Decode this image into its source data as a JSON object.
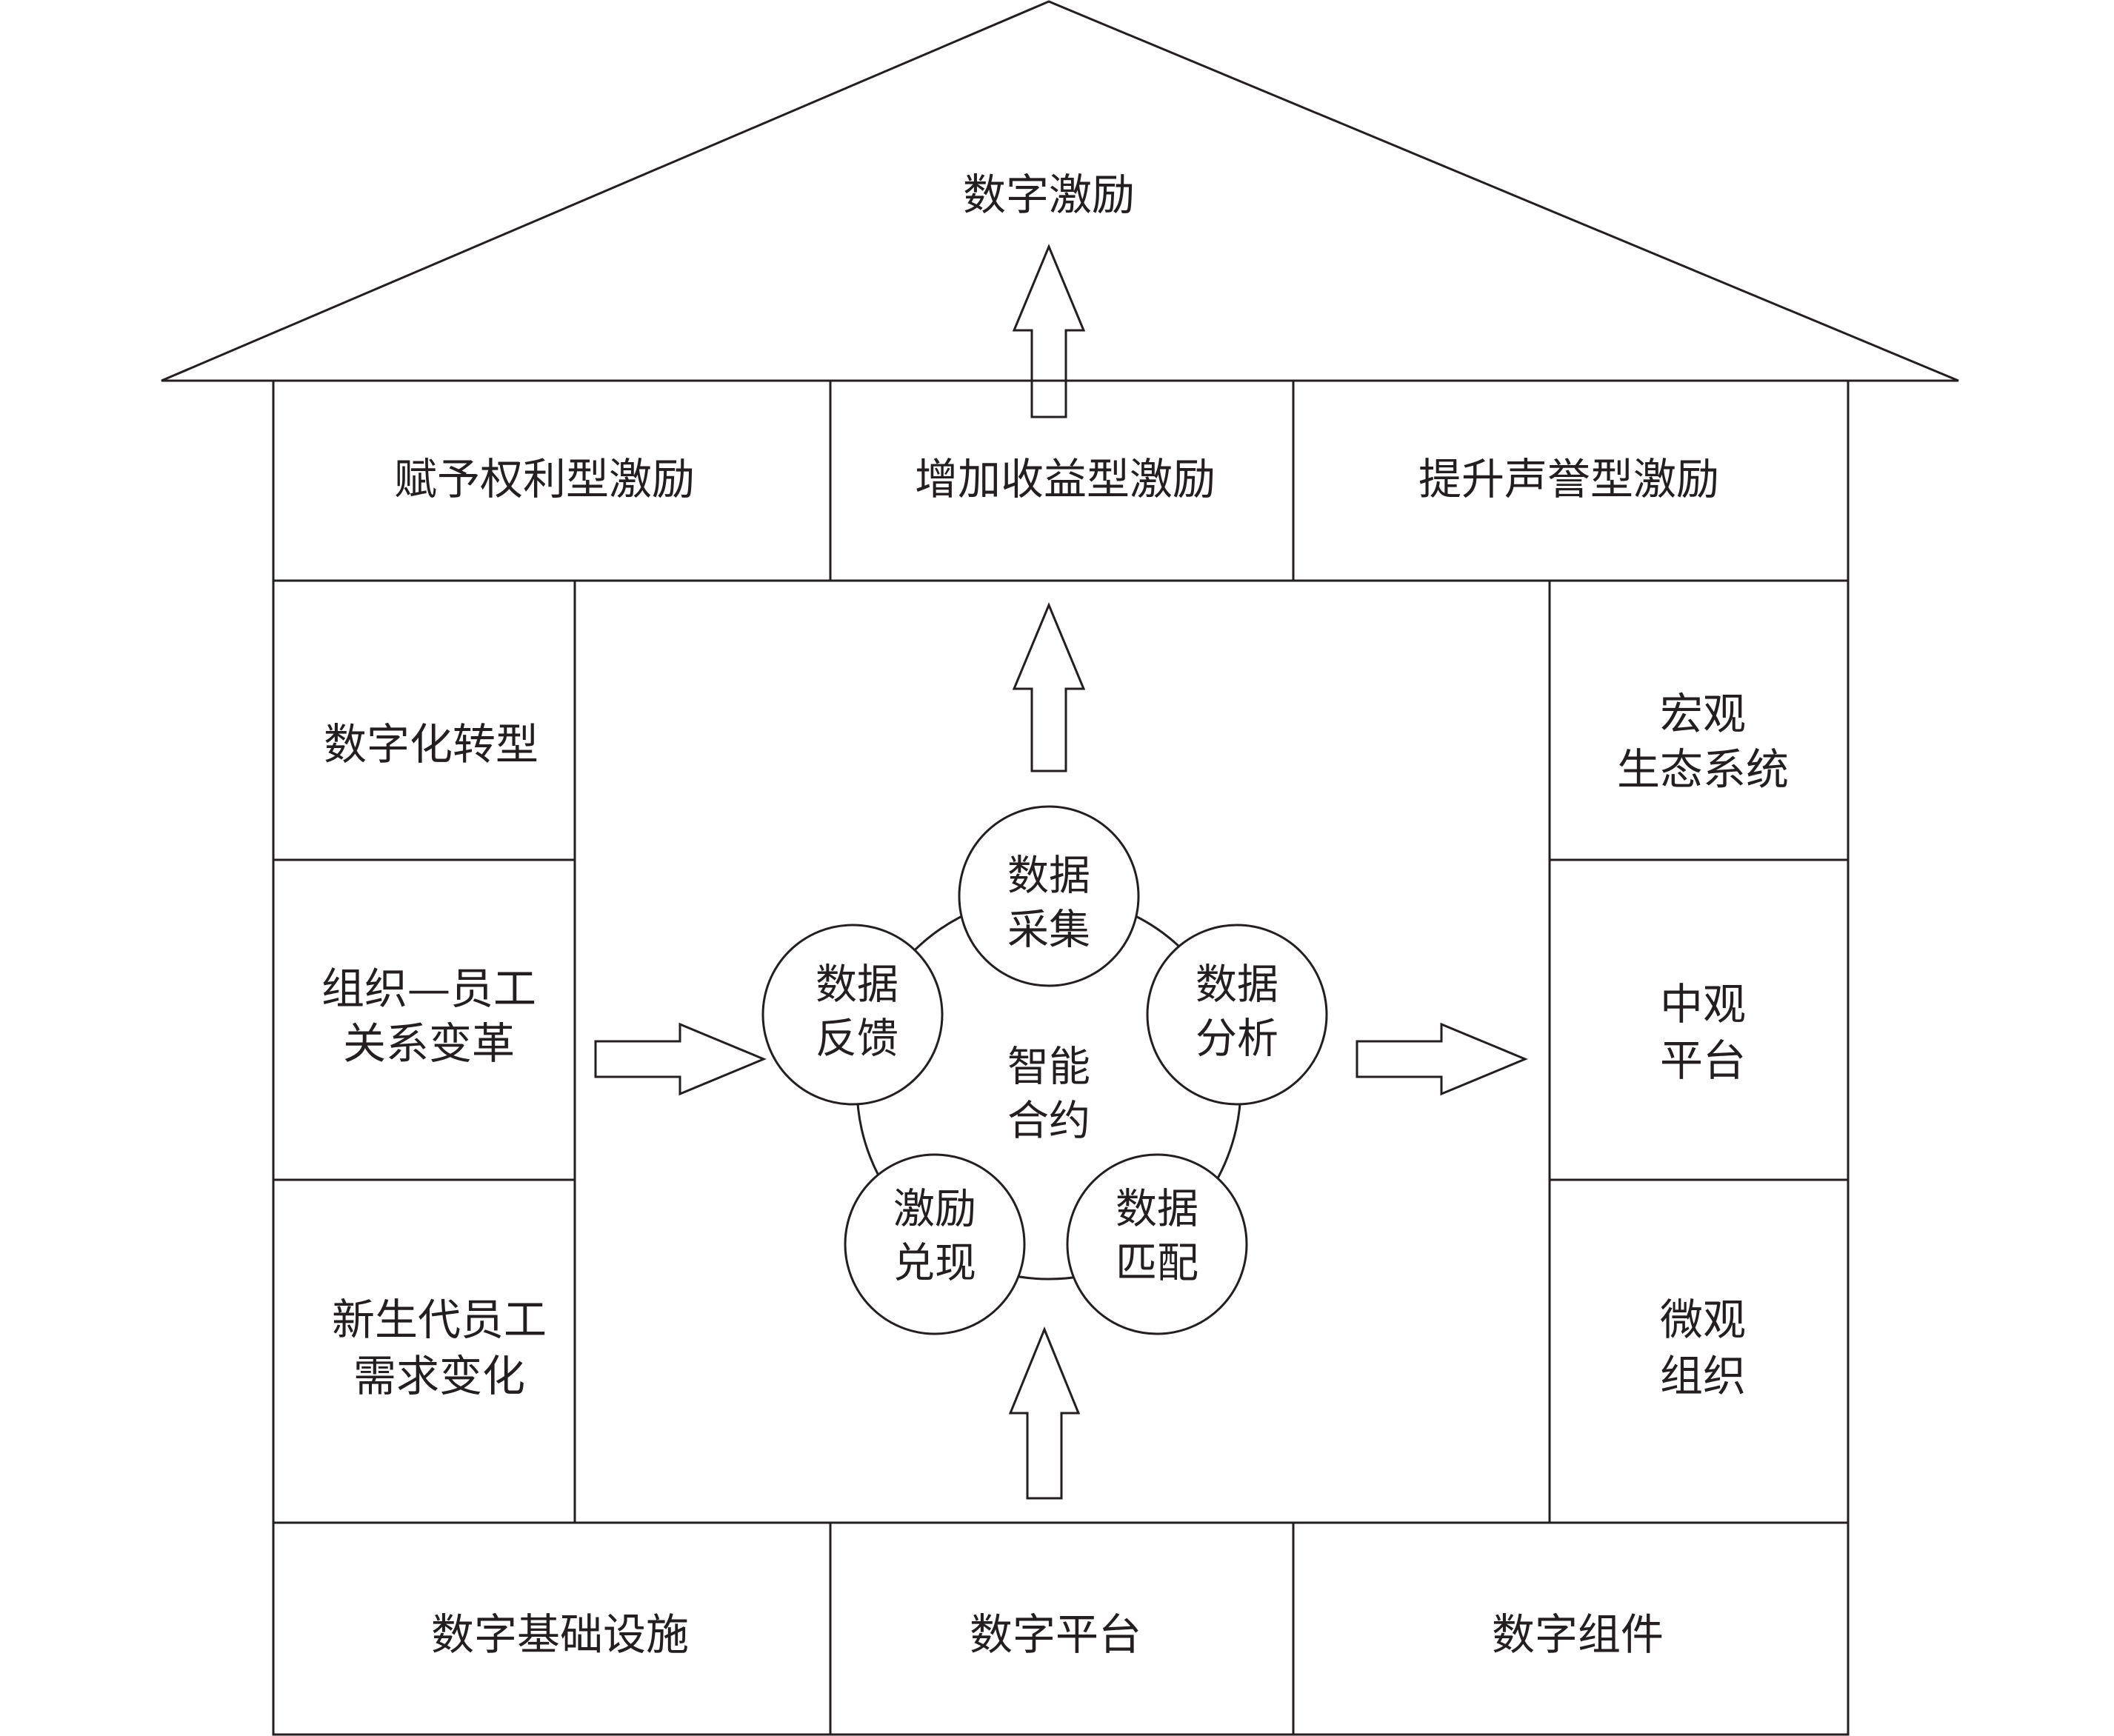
{
  "colors": {
    "line": "#231f20",
    "background": "#ffffff"
  },
  "roof": {
    "title": "数字激励"
  },
  "incentive_row": {
    "left": "赋予权利型激励",
    "center": "增加收益型激励",
    "right": "提升声誉型激励"
  },
  "left_column": {
    "item1": "数字化转型",
    "item2_line1": "组织—员工",
    "item2_line2": "关系变革",
    "item3_line1": "新生代员工",
    "item3_line2": "需求变化"
  },
  "right_column": {
    "item1_line1": "宏观",
    "item1_line2": "生态系统",
    "item2_line1": "中观",
    "item2_line2": "平台",
    "item3_line1": "微观",
    "item3_line2": "组织"
  },
  "center": {
    "hub_line1": "智能",
    "hub_line2": "合约",
    "nodes": {
      "collect_line1": "数据",
      "collect_line2": "采集",
      "analyze_line1": "数据",
      "analyze_line2": "分析",
      "match_line1": "数据",
      "match_line2": "匹配",
      "redeem_line1": "激励",
      "redeem_line2": "兑现",
      "feedback_line1": "数据",
      "feedback_line2": "反馈"
    }
  },
  "foundation": {
    "left": "数字基础设施",
    "center": "数字平台",
    "right": "数字组件"
  }
}
